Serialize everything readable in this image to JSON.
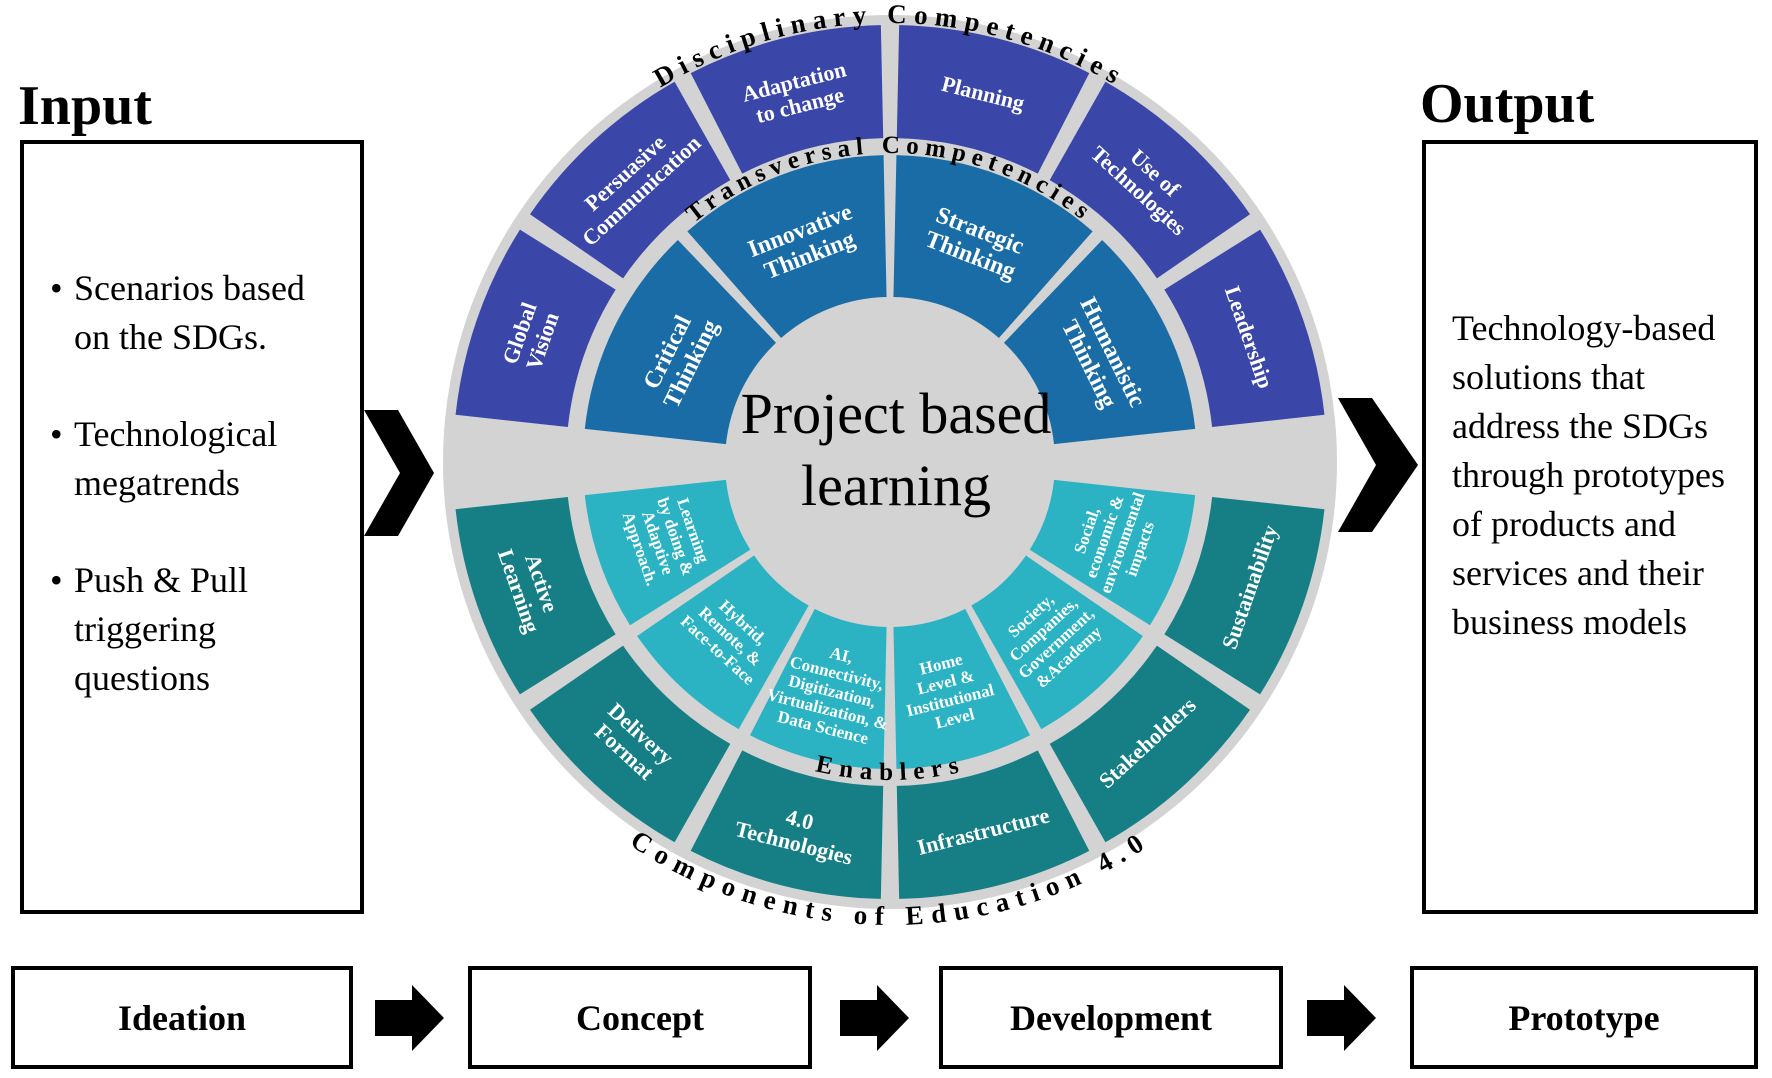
{
  "input": {
    "heading": "Input",
    "items": [
      "Scenarios based on the SDGs.",
      "Technological megatrends",
      "Push & Pull triggering questions"
    ]
  },
  "output": {
    "heading": "Output",
    "text": "Technology-based solutions that address the SDGs through prototypes of products and services and their business models"
  },
  "center": {
    "line1": "Project based",
    "line2": "learning"
  },
  "ring_titles": {
    "disciplinary": "Disciplinary Competencies",
    "transversal": "Transversal Competencies",
    "enablers": "Enablers",
    "components": "Components of Education 4.0"
  },
  "disciplinary_competencies": [
    [
      "Global",
      "Vision"
    ],
    [
      "Persuasive",
      "Communication"
    ],
    [
      "Adaptation",
      "to change"
    ],
    [
      "Planning"
    ],
    [
      "Use of",
      "Technologies"
    ],
    [
      "Leadership"
    ]
  ],
  "transversal_competencies": [
    [
      "Critical",
      "Thinking"
    ],
    [
      "Innovative",
      "Thinking"
    ],
    [
      "Strategic",
      "Thinking"
    ],
    [
      "Humanistic",
      "Thinking"
    ]
  ],
  "enablers": [
    [
      "Learning",
      "by doing &",
      "Adaptive",
      "Approach."
    ],
    [
      "Hybrid,",
      "Remote, &",
      "Face-to-Face"
    ],
    [
      "AI,",
      "Connectivity,",
      "Digitization,",
      "Virtualization, &",
      "Data Science"
    ],
    [
      "Home",
      "Level &",
      "Institutional",
      "Level"
    ],
    [
      "Society,",
      "Companies,",
      "Government,",
      "&Academy"
    ],
    [
      "Social,",
      "economic &",
      "environmental",
      "impacts"
    ]
  ],
  "components": [
    [
      "Active",
      "Learning"
    ],
    [
      "Delivery",
      "Format"
    ],
    [
      "4.0",
      "Technologies"
    ],
    [
      "Infrastructure"
    ],
    [
      "Stakeholders"
    ],
    [
      "Sustainability"
    ]
  ],
  "stages": [
    "Ideation",
    "Concept",
    "Development",
    "Prototype"
  ],
  "colors": {
    "disciplinary": "#3a46a8",
    "transversal": "#1a6ca6",
    "enablers": "#2bb3c4",
    "components": "#167f86",
    "ring_gray": "#d3d3d3"
  }
}
